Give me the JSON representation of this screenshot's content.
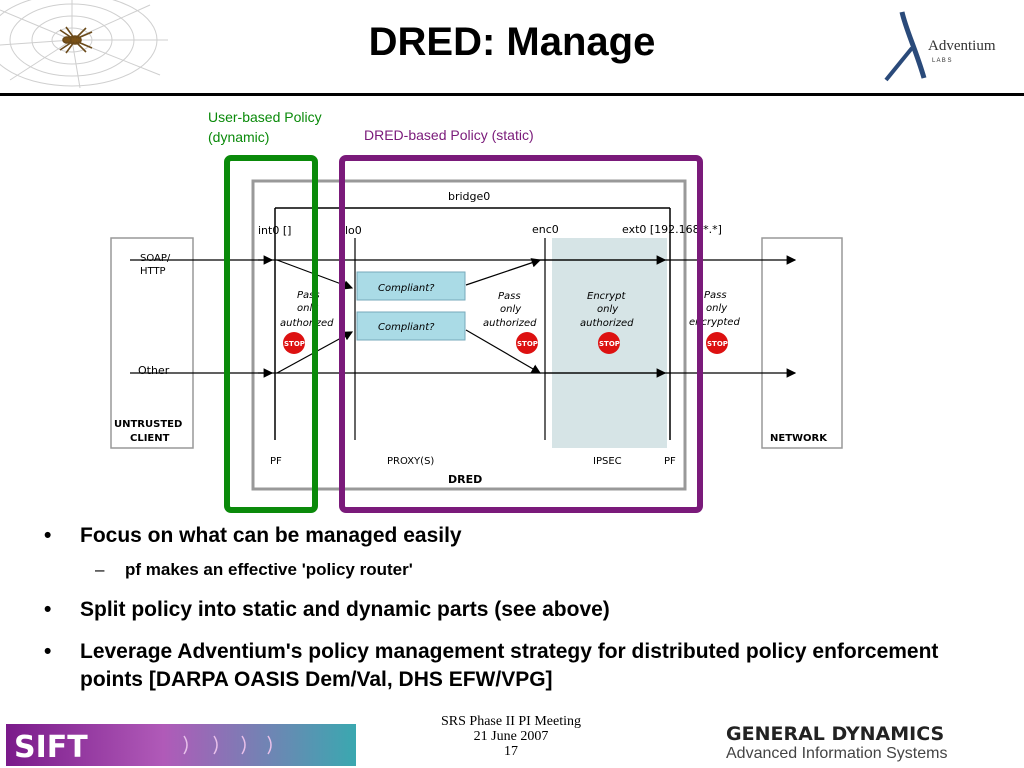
{
  "title": "DRED: Manage",
  "logos": {
    "adventium": "Adventium",
    "adventium_sub": "L A B S",
    "sift": "SIFT",
    "gd_line1": "GENERAL DYNAMICS",
    "gd_line2": "Advanced Information Systems"
  },
  "diagram": {
    "user_policy_label_1": "User-based Policy",
    "user_policy_label_2": "(dynamic)",
    "dred_policy_label": "DRED-based Policy (static)",
    "bridge": "bridge0",
    "int0": "int0 []",
    "lo0": "lo0",
    "enc0": "enc0",
    "ext0": "ext0 [192.168.*.*]",
    "soap_1": "SOAP/",
    "soap_2": "HTTP",
    "other": "Other",
    "untrusted_1": "UNTRUSTED",
    "untrusted_2": "CLIENT",
    "network": "NETWORK",
    "compliant_1": "Compliant?",
    "compliant_2": "Compliant?",
    "pass_auth_1_a": "Pass",
    "pass_auth_1_b": "only",
    "pass_auth_1_c": "authorized",
    "pass_auth_2_a": "Pass",
    "pass_auth_2_b": "only",
    "pass_auth_2_c": "authorized",
    "encrypt_a": "Encrypt",
    "encrypt_b": "only",
    "encrypt_c": "authorized",
    "pass_enc_a": "Pass",
    "pass_enc_b": "only",
    "pass_enc_c": "encrypted",
    "stop": "STOP",
    "pf_left": "PF",
    "proxy": "PROXY(S)",
    "ipsec": "IPSEC",
    "pf_right": "PF",
    "dred": "DRED",
    "colors": {
      "green": "#0a8a0a",
      "purple": "#7a1a7a",
      "compliant": "#aadbe6",
      "ipsec": "#d6e4e6",
      "stop": "#dd1111"
    }
  },
  "bullets": [
    {
      "text": "Focus on what can be managed easily",
      "sub": [
        "pf makes an effective 'policy router'"
      ]
    },
    {
      "text": "Split policy into static and dynamic parts (see above)",
      "sub": []
    },
    {
      "text": "Leverage Adventium's policy management strategy for distributed policy enforcement points [DARPA OASIS Dem/Val, DHS EFW/VPG]",
      "sub": []
    }
  ],
  "footer": {
    "line1": "SRS Phase II PI Meeting",
    "line2": "21 June 2007",
    "page": "17"
  }
}
